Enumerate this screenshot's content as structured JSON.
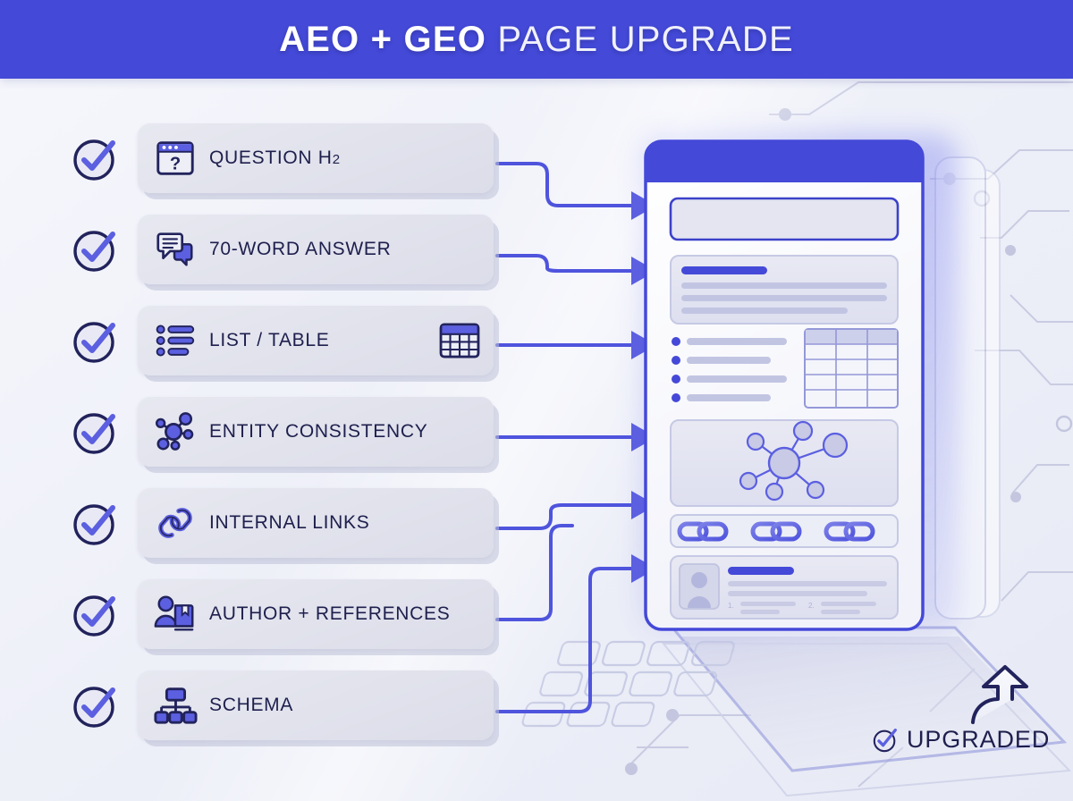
{
  "header": {
    "title_strong": "AEO + GEO",
    "title_light": " PAGE UPGRADE",
    "bg_color": "#4449d8",
    "text_color": "#ffffff"
  },
  "theme": {
    "accent": "#4449d8",
    "ink": "#1e1f4d",
    "outline": "#2a2a63",
    "icon_fill": "#5b5fe0",
    "card_bg": "#e3e4ee",
    "page_bg": "#f1f2f9",
    "mute": "#b9bcd8"
  },
  "checklist": {
    "items": [
      {
        "label": "QUESTION H2",
        "label_main": "QUESTION H",
        "label_sub": "2",
        "icon": "browser-question-icon",
        "checked": true,
        "trail_icon": ""
      },
      {
        "label": "70-WORD ANSWER",
        "label_main": "70-WORD ANSWER",
        "label_sub": "",
        "icon": "chat-bubbles-icon",
        "checked": true,
        "trail_icon": ""
      },
      {
        "label": "LIST / TABLE",
        "label_main": "LIST / TABLE",
        "label_sub": "",
        "icon": "bullet-list-icon",
        "checked": true,
        "trail_icon": "table-icon"
      },
      {
        "label": "ENTITY CONSISTENCY",
        "label_main": "ENTITY CONSISTENCY",
        "label_sub": "",
        "icon": "entity-graph-icon",
        "checked": true,
        "trail_icon": ""
      },
      {
        "label": "INTERNAL LINKS",
        "label_main": "INTERNAL LINKS",
        "label_sub": "",
        "icon": "chain-link-icon",
        "checked": true,
        "trail_icon": ""
      },
      {
        "label": "AUTHOR + REFERENCES",
        "label_main": "AUTHOR + REFERENCES",
        "label_sub": "",
        "icon": "author-book-icon",
        "checked": true,
        "trail_icon": ""
      },
      {
        "label": "SCHEMA",
        "label_main": "SCHEMA",
        "label_sub": "",
        "icon": "sitemap-icon",
        "checked": true,
        "trail_icon": ""
      }
    ]
  },
  "mockup": {
    "name": "upgraded-page-preview",
    "header_bar_color": "#4449d8",
    "blocks": [
      {
        "name": "title-block",
        "type": "outlined-box"
      },
      {
        "name": "answer-block",
        "type": "paragraph-box",
        "lines": 3,
        "heading": true
      },
      {
        "name": "list-block",
        "type": "bullet-list",
        "bullets": 4
      },
      {
        "name": "table-block",
        "type": "table",
        "cols": 3,
        "rows": 5
      },
      {
        "name": "entity-block",
        "type": "graph",
        "nodes": 7
      },
      {
        "name": "links-block",
        "type": "chain-row",
        "chains": 3
      },
      {
        "name": "author-block",
        "type": "author-refs",
        "refs": 2,
        "ref_labels": [
          "1.",
          "2."
        ]
      }
    ]
  },
  "badge": {
    "label": "UPGRADED",
    "icon": "check-circle-icon",
    "arrow_icon": "curved-up-arrow-icon"
  }
}
